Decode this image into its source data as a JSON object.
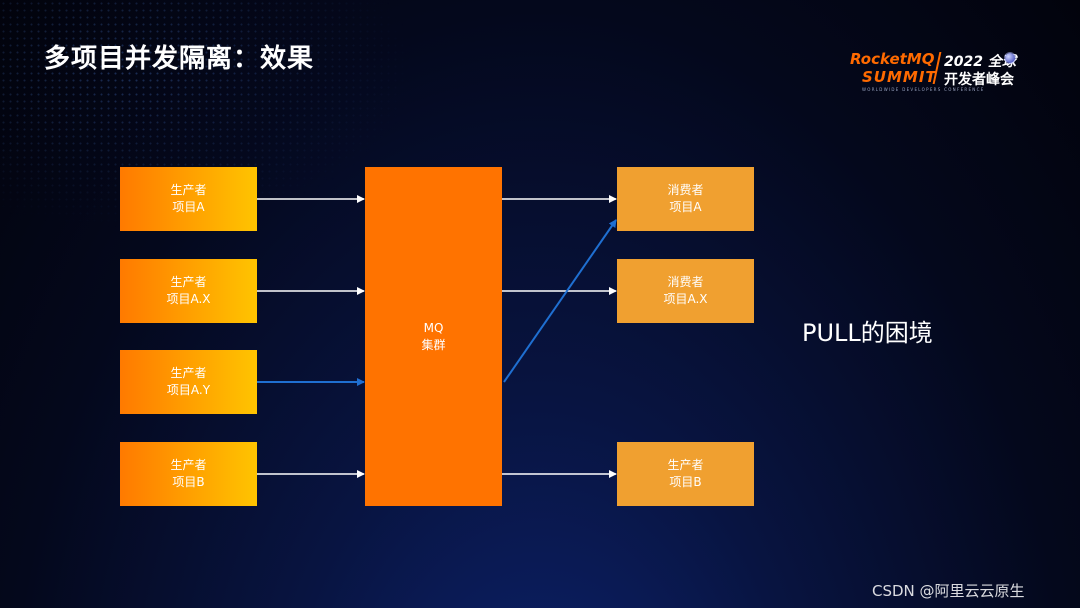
{
  "title": "多项目并发隔离：效果",
  "logo": {
    "brand": "RocketMQ",
    "summit": "SUMMIT",
    "year_global": "2022 全球",
    "dev_summit": "开发者峰会",
    "subtitle": "WORLDWIDE DEVELOPERS CONFERENCE"
  },
  "producers": [
    {
      "line1": "生产者",
      "line2": "项目A"
    },
    {
      "line1": "生产者",
      "line2": "项目A.X"
    },
    {
      "line1": "生产者",
      "line2": "项目A.Y"
    },
    {
      "line1": "生产者",
      "line2": "项目B"
    }
  ],
  "mq": {
    "line1": "MQ",
    "line2": "集群"
  },
  "consumers": [
    {
      "line1": "消费者",
      "line2": "项目A"
    },
    {
      "line1": "消费者",
      "line2": "项目A.X"
    },
    {
      "line1": "生产者",
      "line2": "项目B"
    }
  ],
  "note": "PULL的困境",
  "watermark": "CSDN @阿里云云原生",
  "colors": {
    "arrow_white": "#ffffff",
    "arrow_blue": "#1f6fd1",
    "mq": "#ff7300",
    "consumer": "#f0a030"
  }
}
